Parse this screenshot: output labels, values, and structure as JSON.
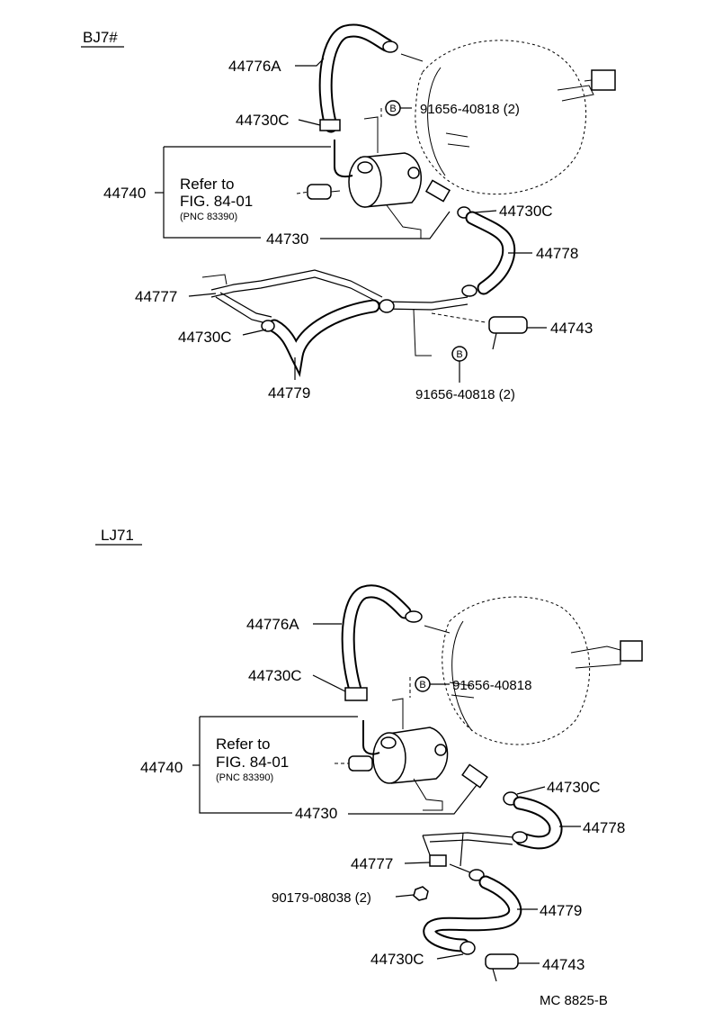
{
  "doc_code": "MC  8825-B",
  "sections": [
    {
      "title": "BJ7#",
      "refer": {
        "line1": "Refer to",
        "line2": "FIG. 84-01",
        "line3": "(PNC 83390)"
      },
      "labels": {
        "hose_upper": "44776A",
        "clamp_left": "44730C",
        "bolt_top": "91656-40818 (2)",
        "assembly": "44740",
        "clamp_right": "44730C",
        "hose_right": "44778",
        "pipe": "44730",
        "tube": "44777",
        "clamp_lower": "44730C",
        "valve": "44743",
        "hose_lower": "44779",
        "bolt_bottom": "91656-40818 (2)",
        "bolt_marker": "B"
      }
    },
    {
      "title": "LJ71",
      "refer": {
        "line1": "Refer to",
        "line2": "FIG. 84-01",
        "line3": "(PNC 83390)"
      },
      "labels": {
        "hose_upper": "44776A",
        "clamp_left": "44730C",
        "bolt_top": "91656-40818",
        "assembly": "44740",
        "clamp_right": "44730C",
        "hose_right": "44778",
        "pipe": "44730",
        "tube": "44777",
        "nut": "90179-08038 (2)",
        "hose_lower": "44779",
        "clamp_lower": "44730C",
        "valve": "44743",
        "bolt_marker": "B"
      }
    }
  ]
}
